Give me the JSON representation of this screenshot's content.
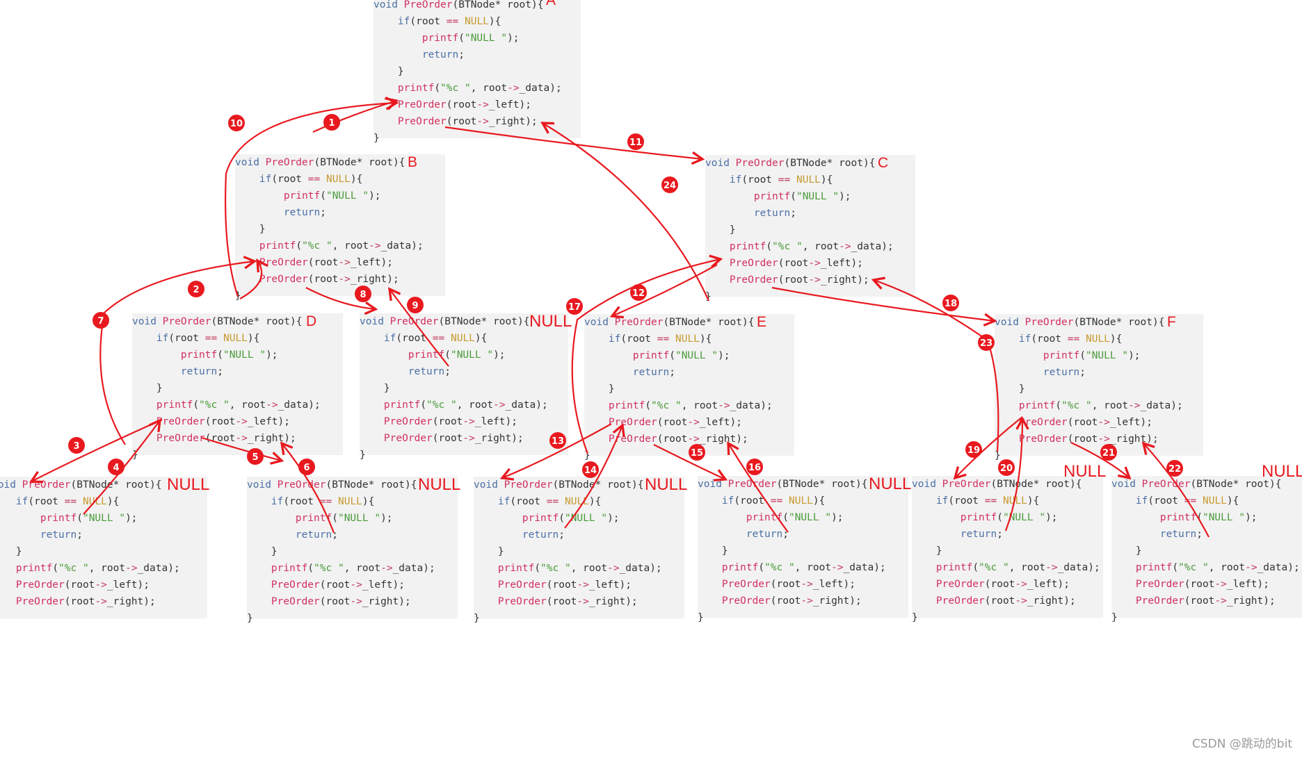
{
  "code_lines": [
    "void PreOrder(BTNode* root){",
    "    if(root == NULL){",
    "        printf(\"NULL \");",
    "        return;",
    "    }",
    "    printf(\"%c \", root->_data);",
    "    PreOrder(root->_left);",
    "    PreOrder(root->_right);",
    "}"
  ],
  "blocks": [
    {
      "id": "A",
      "label": "A"
    },
    {
      "id": "B",
      "label": "B"
    },
    {
      "id": "C",
      "label": "C"
    },
    {
      "id": "D",
      "label": "D"
    },
    {
      "id": "DR",
      "label": "NULL"
    },
    {
      "id": "E",
      "label": "E"
    },
    {
      "id": "F",
      "label": "F"
    },
    {
      "id": "N1",
      "label": "NULL"
    },
    {
      "id": "N2",
      "label": "NULL"
    },
    {
      "id": "N3",
      "label": "NULL"
    },
    {
      "id": "N4",
      "label": "NULL"
    },
    {
      "id": "N5",
      "label": "NULL"
    },
    {
      "id": "N6",
      "label": "NULL"
    }
  ],
  "step_numbers": [
    "1",
    "2",
    "3",
    "4",
    "5",
    "6",
    "7",
    "8",
    "9",
    "10",
    "11",
    "12",
    "13",
    "14",
    "15",
    "16",
    "17",
    "18",
    "19",
    "20",
    "21",
    "22",
    "23",
    "24"
  ],
  "colors": {
    "arrow": "#e8191f",
    "block_bg": "#f2f2f2",
    "keyword": "#4a6fa5",
    "function": "#d1305e",
    "string": "#4a9a3a"
  },
  "watermark": "CSDN @跳动的bit"
}
